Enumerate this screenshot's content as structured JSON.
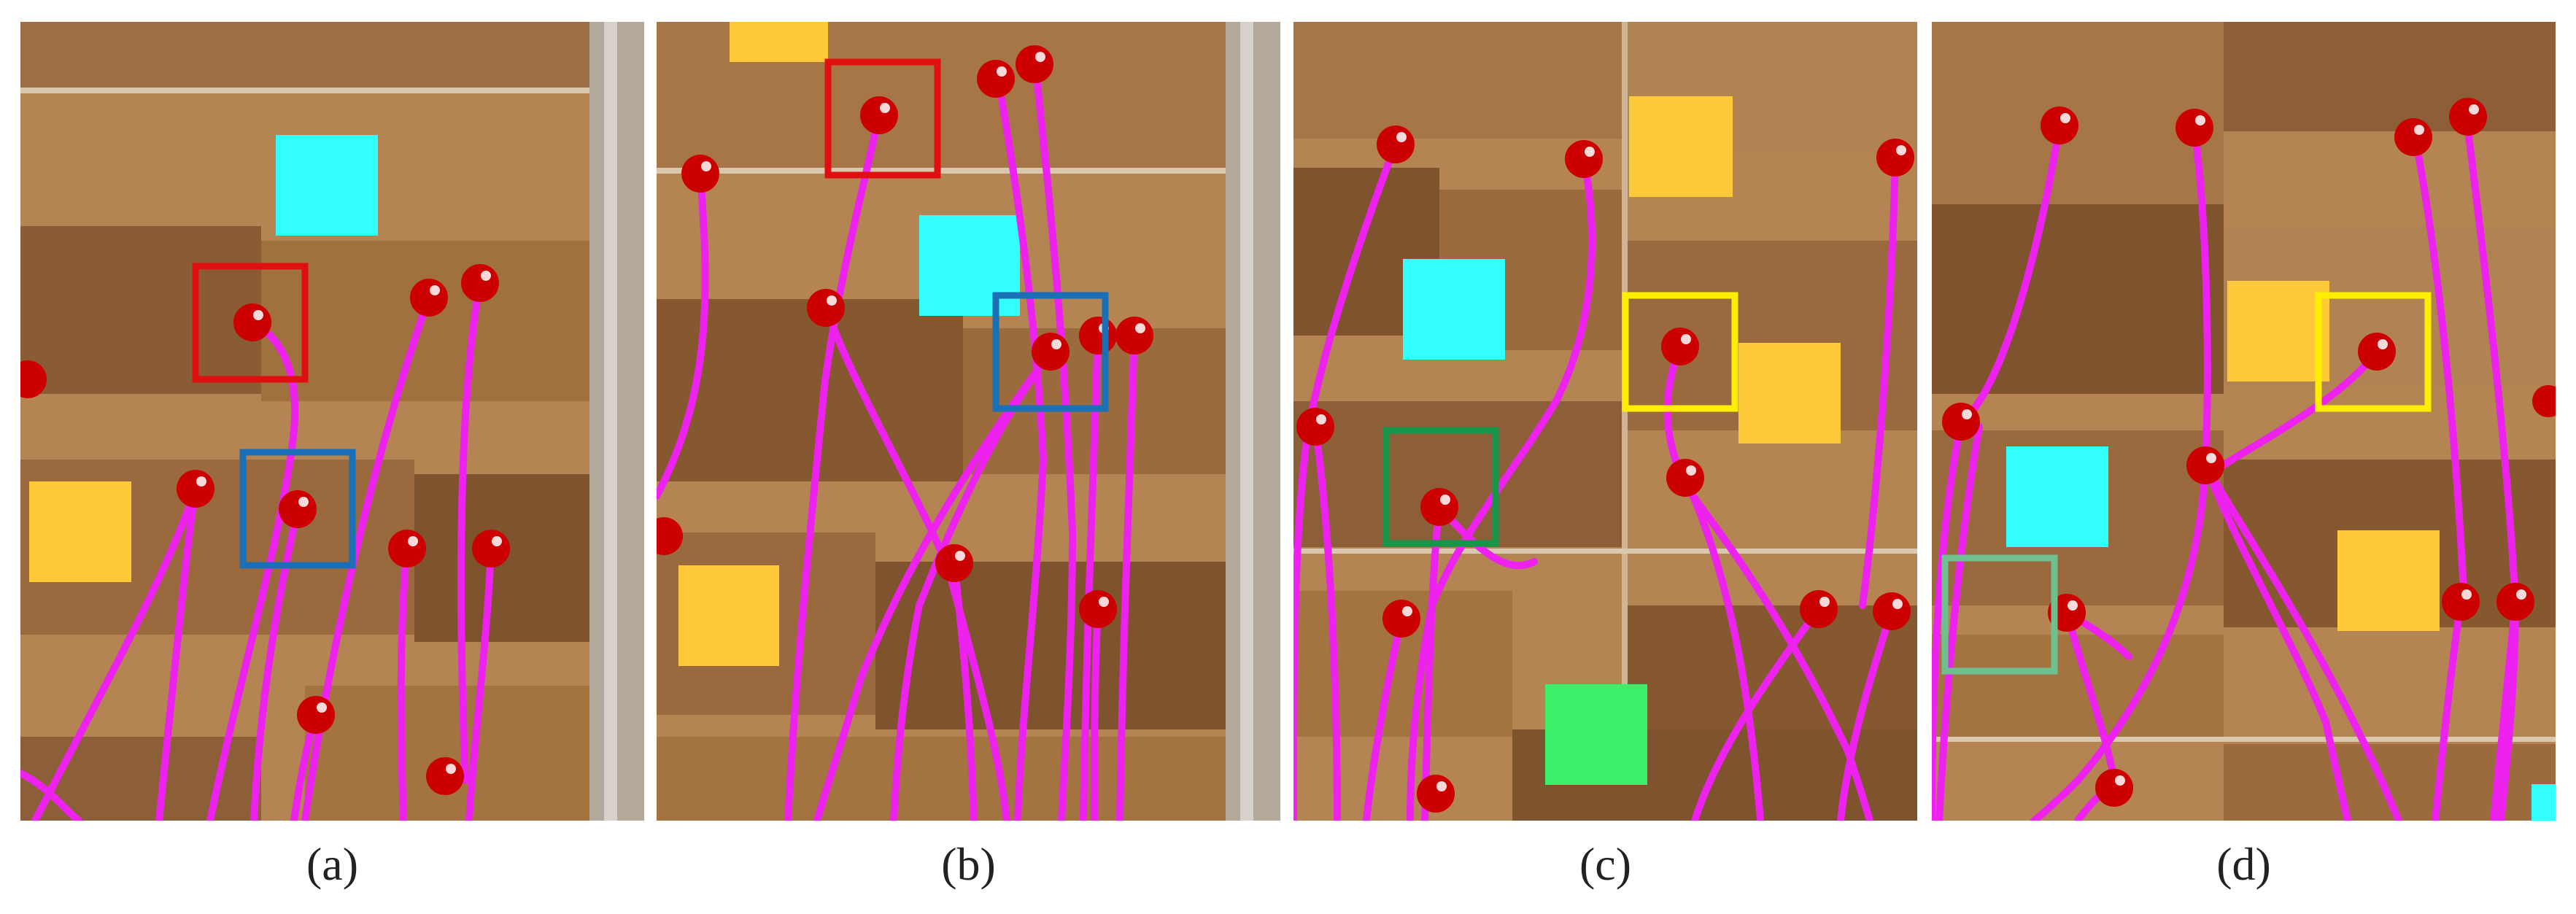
{
  "panels": [
    {
      "id": "a",
      "caption": "(a)"
    },
    {
      "id": "b",
      "caption": "(b)"
    },
    {
      "id": "c",
      "caption": "(c)"
    },
    {
      "id": "d",
      "caption": "(d)"
    }
  ],
  "colors": {
    "trajectory": "#ee22ee",
    "ball": "#cc0000",
    "box_red": "#e01010",
    "box_blue": "#1a6fb5",
    "box_yellow": "#ffee00",
    "box_green": "#169648",
    "box_lightgreen": "#6fbf8f",
    "square_cyan": "#33ffff",
    "square_yellow": "#ffc93a",
    "square_green": "#3dee6a"
  }
}
